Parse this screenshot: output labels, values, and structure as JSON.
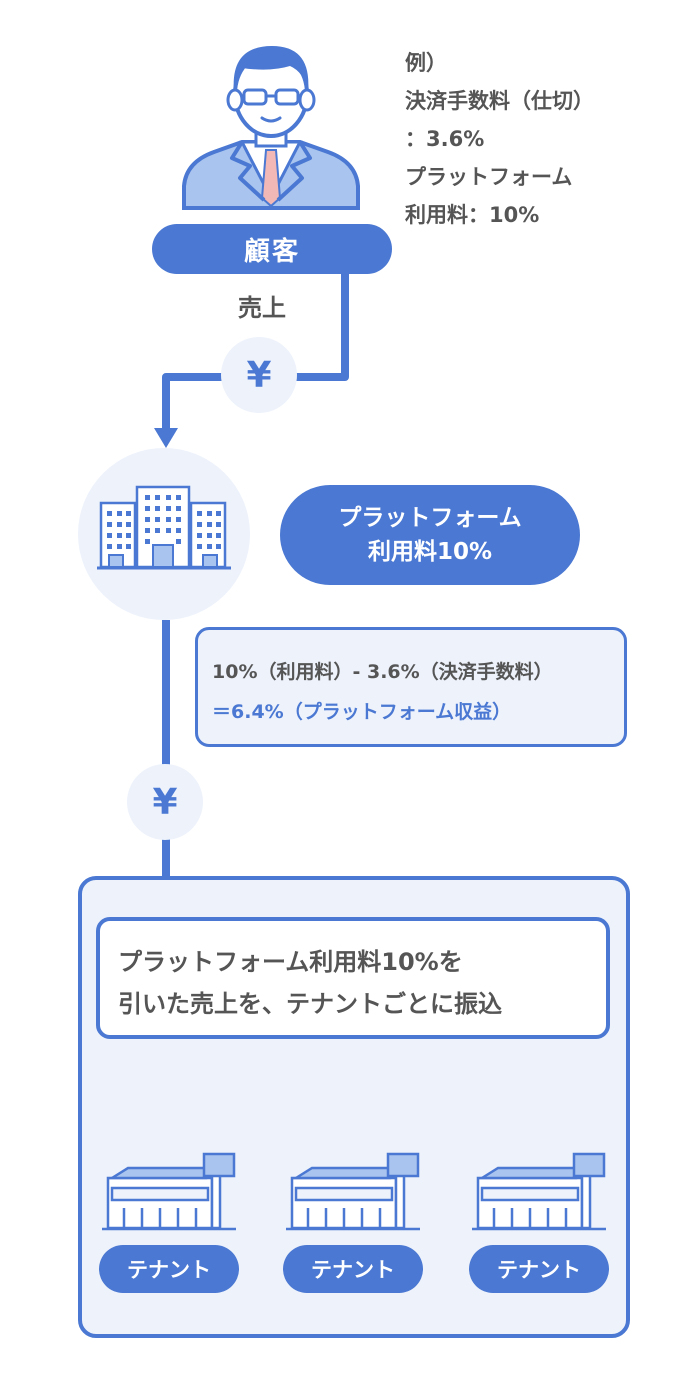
{
  "customer": {
    "label": "顧客"
  },
  "example_note": {
    "lines": [
      "例）",
      "決済手数料（仕切）",
      "：3.6%",
      "プラットフォーム",
      "利用料：10%"
    ]
  },
  "flow": {
    "sales_label": "売上",
    "yen_symbol": "¥"
  },
  "platform_fee": {
    "line1": "プラットフォーム",
    "line2": "利用料10%"
  },
  "formula": {
    "line1": "10%（利用料）- 3.6%（決済手数料）",
    "line2": "＝6.4%（プラットフォーム収益）"
  },
  "transfer": {
    "line1": "プラットフォーム利用料10%を",
    "line2": "引いた売上を、テナントごとに振込"
  },
  "tenants": [
    {
      "label": "テナント"
    },
    {
      "label": "テナント"
    },
    {
      "label": "テナント"
    }
  ],
  "colors": {
    "accent": "#4a78d2",
    "light_bg": "#edf2fb",
    "text": "#555555",
    "tie": "#f2b8b5"
  },
  "icons": {
    "customer": "businessman-icon",
    "company": "office-building-icon",
    "tenant": "store-building-icon"
  }
}
